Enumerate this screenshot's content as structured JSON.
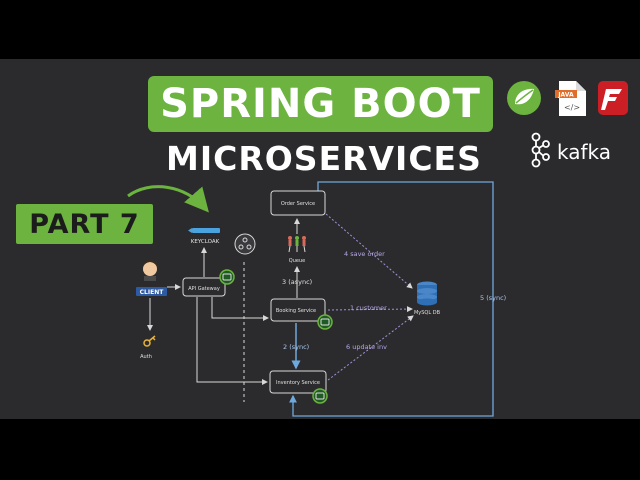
{
  "header": {
    "title": "SPRING BOOT",
    "subtitle": "MICROSERVICES",
    "part": "PART 7",
    "kafka_label": "kafka",
    "java_label": "JAVA"
  },
  "diagram": {
    "nodes": {
      "order_service": "Order Service",
      "booking_service": "Booking Service",
      "inventory_service": "Inventory Service",
      "api_gateway": "API Gateway",
      "client": "CLIENT",
      "keycloak": "KEYCLOAK",
      "queue": "Queue",
      "db": "MySQL DB",
      "auth": "Auth"
    },
    "edges": {
      "async3": "3 (async)",
      "sync2": "2 (sync)",
      "save_order": "4 save order",
      "customer": "1 customer",
      "update_inv": "6 update inv",
      "sync5": "5 (sync)"
    }
  },
  "colors": {
    "brand_green": "#6cb33f",
    "panel_bg": "#2b2b2e",
    "line_white": "#d8d8d8",
    "line_blue": "#6fa8dc",
    "dashed_purple": "#a390d8"
  },
  "icons": [
    "spring-icon",
    "java-file-icon",
    "flyway-icon",
    "kafka-icon",
    "keycloak-icon",
    "client-avatar-icon",
    "queue-icon",
    "database-icon",
    "auth-icon",
    "health-icon",
    "circuit-icon"
  ]
}
